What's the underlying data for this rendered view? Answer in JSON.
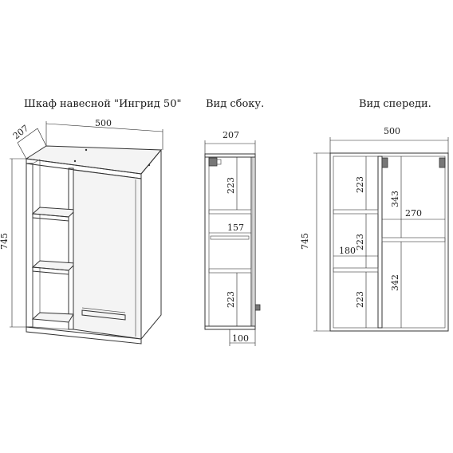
{
  "titles": {
    "iso": "Шкаф навесной \"Ингрид 50\"",
    "side": "Вид сбоку.",
    "front": "Вид спереди."
  },
  "iso_dims": {
    "width": "500",
    "depth": "207",
    "height": "745"
  },
  "side_dims": {
    "depth": "207",
    "shelf_top": "223",
    "shelf_bottom": "223",
    "shelf_depth": "157",
    "bottom": "100"
  },
  "front_dims": {
    "width": "500",
    "height": "745",
    "left_top": "223",
    "left_mid": "223",
    "left_bottom": "223",
    "compartment_width": "180",
    "right_top": "343",
    "right_bottom": "342",
    "inner_width": "270"
  }
}
